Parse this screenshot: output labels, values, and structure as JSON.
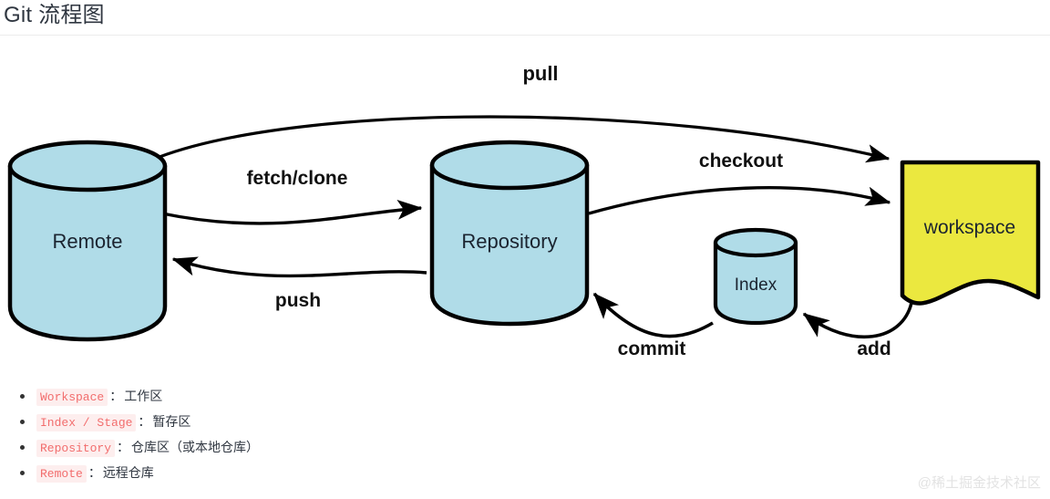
{
  "header": {
    "title": "Git 流程图"
  },
  "diagram": {
    "nodes": [
      {
        "id": "remote",
        "label": "Remote",
        "shape": "cylinder",
        "fill": "#b0dce8"
      },
      {
        "id": "repository",
        "label": "Repository",
        "shape": "cylinder",
        "fill": "#b0dce8"
      },
      {
        "id": "index",
        "label": "Index",
        "shape": "cylinder",
        "fill": "#b0dce8"
      },
      {
        "id": "workspace",
        "label": "workspace",
        "shape": "document",
        "fill": "#ebe83f"
      }
    ],
    "edges": [
      {
        "id": "pull",
        "label": "pull",
        "from": "remote",
        "to": "workspace"
      },
      {
        "id": "fetch-clone",
        "label": "fetch/clone",
        "from": "remote",
        "to": "repository"
      },
      {
        "id": "push",
        "label": "push",
        "from": "repository",
        "to": "remote"
      },
      {
        "id": "checkout",
        "label": "checkout",
        "from": "repository",
        "to": "workspace"
      },
      {
        "id": "commit",
        "label": "commit",
        "from": "index",
        "to": "repository"
      },
      {
        "id": "add",
        "label": "add",
        "from": "workspace",
        "to": "index"
      }
    ],
    "stroke": "#000000"
  },
  "legend": {
    "items": [
      {
        "code": "Workspace",
        "sep": "：",
        "text": "工作区"
      },
      {
        "code": "Index / Stage",
        "sep": "：",
        "text": "暂存区"
      },
      {
        "code": "Repository",
        "sep": "：",
        "text": "仓库区（或本地仓库）"
      },
      {
        "code": "Remote",
        "sep": "：",
        "text": "远程仓库"
      }
    ]
  },
  "watermark": {
    "text": "@稀土掘金技术社区"
  }
}
